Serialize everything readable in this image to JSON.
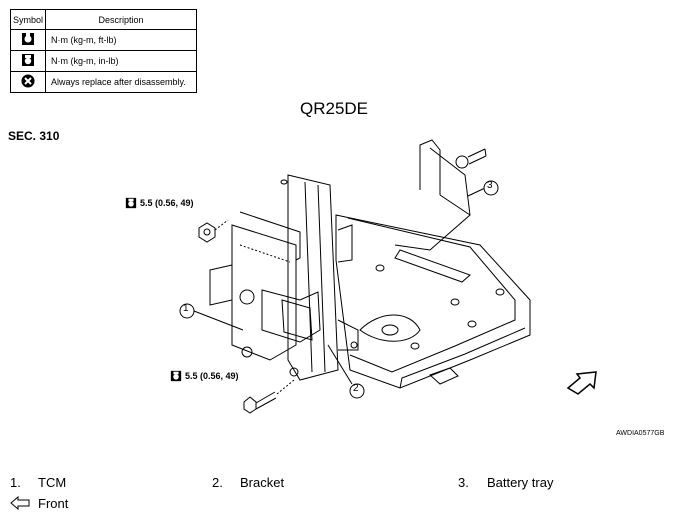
{
  "legend": {
    "header_symbol": "Symbol",
    "header_description": "Description",
    "rows": [
      {
        "icon": "torque-ft-lb-icon",
        "description": "N·m (kg-m, ft-lb)"
      },
      {
        "icon": "torque-in-lb-icon",
        "description": "N·m (kg-m, in-lb)"
      },
      {
        "icon": "always-replace-icon",
        "description": "Always replace after disassembly."
      }
    ]
  },
  "engine": "QR25DE",
  "section": "SEC. 310",
  "torque_labels": [
    "5.5 (0.56, 49)",
    "5.5 (0.56, 49)"
  ],
  "figure_id": "AWDIA0577GB",
  "callout_numbers": [
    "1",
    "2",
    "3"
  ],
  "parts": [
    {
      "num": "1.",
      "name": "TCM"
    },
    {
      "num": "2.",
      "name": "Bracket"
    },
    {
      "num": "3.",
      "name": "Battery tray"
    }
  ],
  "front_label": "Front"
}
